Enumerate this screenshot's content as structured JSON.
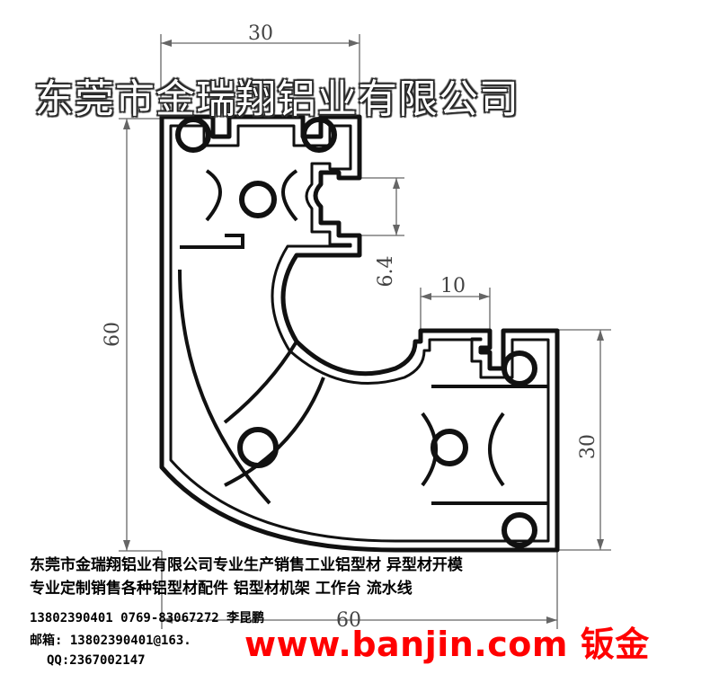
{
  "dimensions": {
    "top_width": "30",
    "left_height": "60",
    "slot": "6.4",
    "small": "10",
    "right_height": "30",
    "bottom": "60"
  },
  "banner": "东莞市金瑞翔铝业有限公司",
  "info": {
    "line1": "东莞市金瑞翔铝业有限公司专业生产销售工业铝型材 异型材开模",
    "line2": "专业定制销售各种铝型材配件 铝型材机架 工作台 流水线",
    "line3": "13802390401  0769-83067272  李昆鹏",
    "line4": "邮箱: 13802390401@163.",
    "line5": "QQ:2367002147"
  },
  "watermark": "www.banjin.com 钣金",
  "colors": {
    "outline": "#111111",
    "dimension": "#666666",
    "watermark": "#ff0000"
  }
}
